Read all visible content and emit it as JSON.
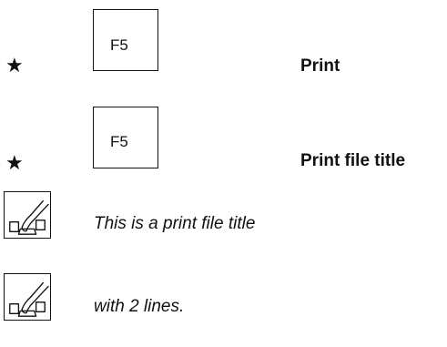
{
  "steps": [
    {
      "marker": "★",
      "key_label": "F5",
      "action": "Print"
    },
    {
      "marker": "★",
      "key_label": "F5",
      "action": "Print file title"
    }
  ],
  "display_lines": [
    {
      "icon": "keyboard-press-icon",
      "text": "This is a print file title"
    },
    {
      "icon": "keyboard-press-icon",
      "text": "with 2 lines."
    }
  ]
}
